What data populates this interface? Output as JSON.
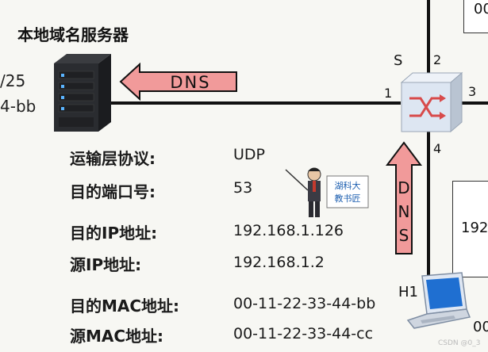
{
  "dns_server": {
    "title": "本地域名服务器",
    "edge_line1": "/25",
    "edge_line2": "4-bb"
  },
  "switch": {
    "name": "S",
    "ports": [
      "1",
      "2",
      "3",
      "4"
    ]
  },
  "arrows": {
    "left_label": "DNS",
    "down_label": "DNS"
  },
  "packet_fields": [
    {
      "label": "运输层协议:",
      "value": "UDP"
    },
    {
      "label": "目的端口号:",
      "value": "53"
    },
    {
      "label": "目的IP地址:",
      "value": "192.168.1.126"
    },
    {
      "label": "源IP地址:",
      "value": "192.168.1.2"
    },
    {
      "label": "目的MAC地址:",
      "value": "00-11-22-33-44-bb"
    },
    {
      "label": "源MAC地址:",
      "value": "00-11-22-33-44-cc"
    }
  ],
  "teacher": {
    "badge": "湖科大教书匠"
  },
  "host": {
    "name": "H1",
    "edge_value": "00"
  },
  "right_box": {
    "top_text": "00",
    "mid_text": "192"
  },
  "watermark": "CSDN @0_3",
  "colors": {
    "arrow_fill": "#f19a9a",
    "arrow_stroke": "#111",
    "switch_fill": "#dde6f2"
  }
}
